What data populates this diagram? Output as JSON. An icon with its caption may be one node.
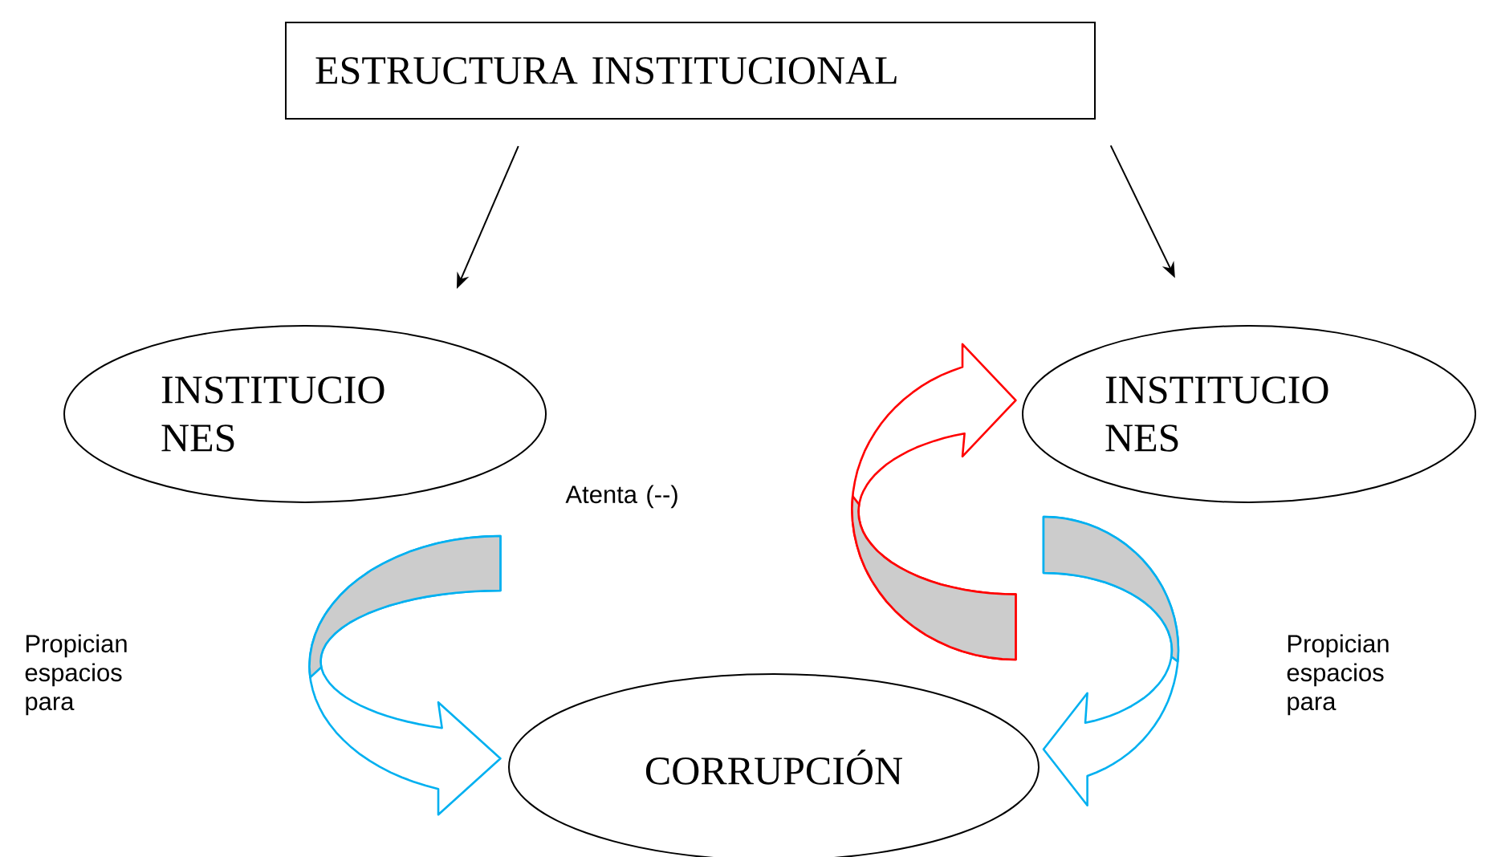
{
  "diagram": {
    "nodes": [
      {
        "text": [
          "ESTRUCTURA INSTITUCIONAL"
        ]
      },
      {
        "text": [
          "INSTITUCIO NES"
        ]
      },
      {
        "text": [
          "INSTITUCIO NES"
        ]
      },
      {
        "text": [
          "CORRUPCIÓN"
        ]
      }
    ],
    "edges": [
      {
        "from": 0,
        "to": 1,
        "arrow": "to"
      },
      {
        "from": 0,
        "to": 2,
        "arrow": "to"
      },
      {
        "from": 1,
        "to": 3,
        "arrow": "to",
        "color": "#00b0f0"
      },
      {
        "from": 3,
        "to": 2,
        "arrow": "to",
        "color": "#ff0000"
      },
      {
        "from": 2,
        "to": 3,
        "arrow": "to",
        "color": "#00b0f0"
      }
    ],
    "labels": [
      "Atenta (--)",
      "Propician espacios para",
      "Propician espacios para"
    ]
  }
}
